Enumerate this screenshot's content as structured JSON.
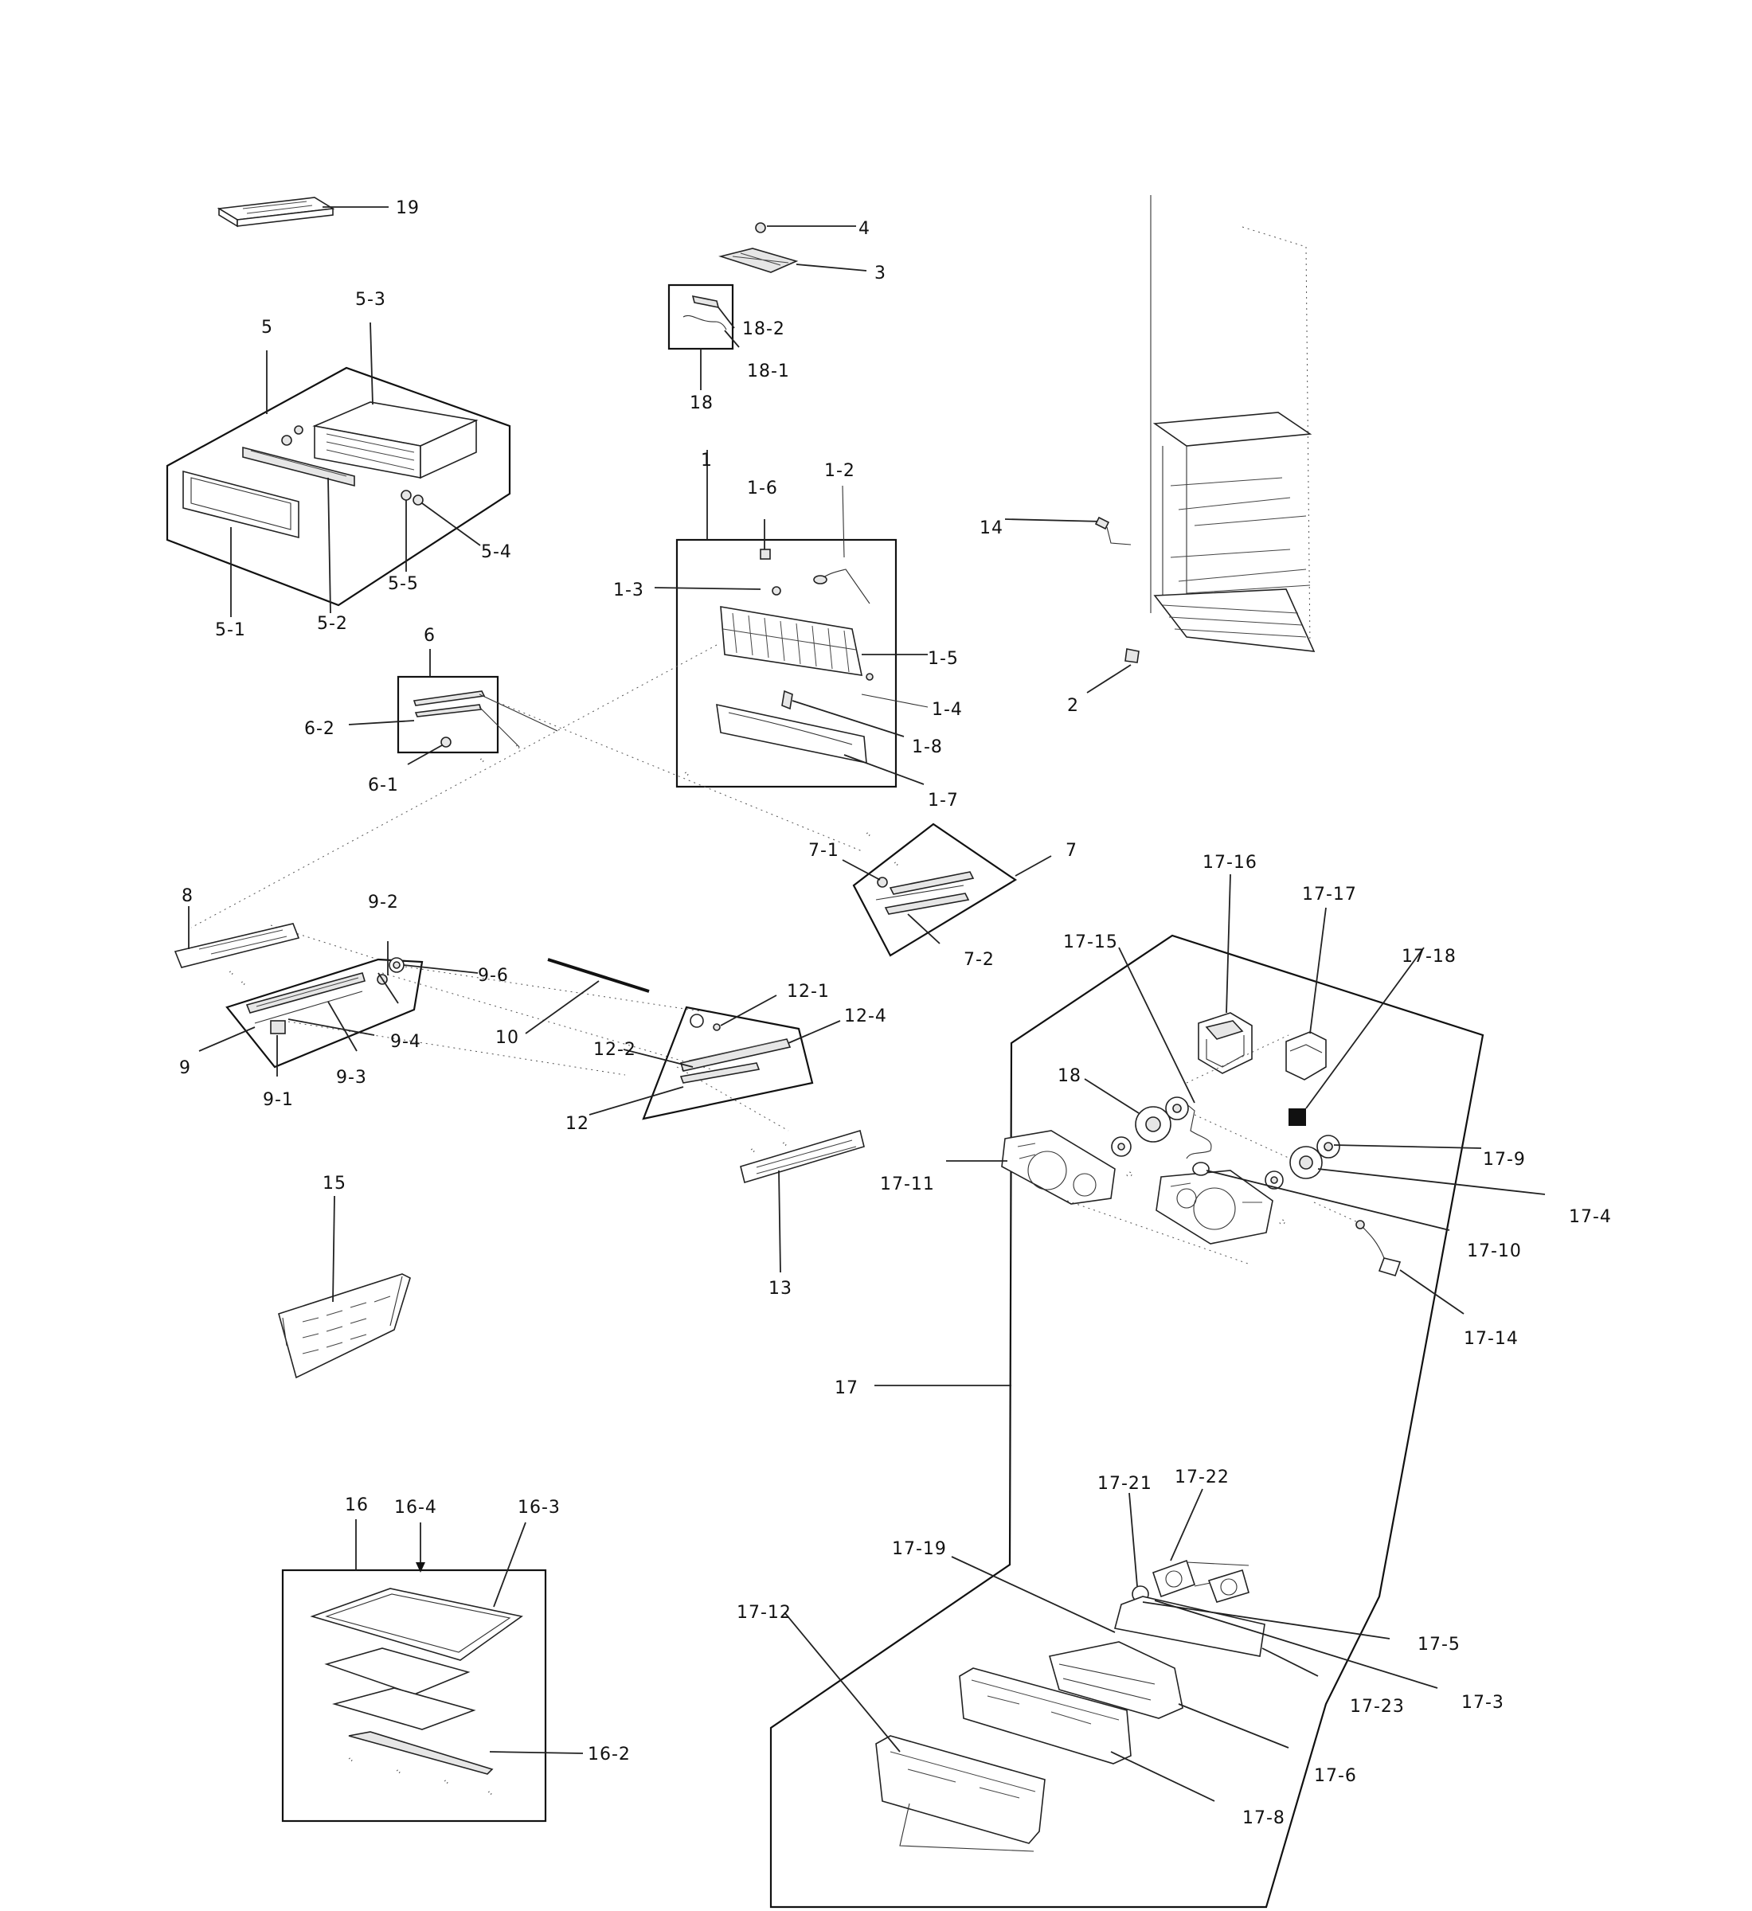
{
  "labels": {
    "l19": "19",
    "l4": "4",
    "l3": "3",
    "l18_2": "18-2",
    "l18_1": "18-1",
    "l18": "18",
    "l5": "5",
    "l5_3": "5-3",
    "l5_4": "5-4",
    "l5_5": "5-5",
    "l5_1": "5-1",
    "l5_2": "5-2",
    "l1": "1",
    "l1_6": "1-6",
    "l1_2": "1-2",
    "l1_3": "1-3",
    "l1_5": "1-5",
    "l1_4": "1-4",
    "l1_8": "1-8",
    "l1_7": "1-7",
    "l14": "14",
    "l2": "2",
    "l6": "6",
    "l6_2": "6-2",
    "l6_1": "6-1",
    "l7_1": "7-1",
    "l7": "7",
    "l7_2": "7-2",
    "l8": "8",
    "l9_2": "9-2",
    "l9_6": "9-6",
    "l9": "9",
    "l9_4": "9-4",
    "l9_3": "9-3",
    "l9_1": "9-1",
    "l10": "10",
    "l12_1": "12-1",
    "l12_4": "12-4",
    "l12_2": "12-2",
    "l12": "12",
    "l13": "13",
    "l15": "15",
    "l16": "16",
    "l16_4": "16-4",
    "l16_3": "16-3",
    "l16_2": "16-2",
    "l17_16": "17-16",
    "l17_17": "17-17",
    "l17_15": "17-15",
    "l17_18": "17-18",
    "l18b": "18",
    "l17_9": "17-9",
    "l17_11": "17-11",
    "l17_4": "17-4",
    "l17_10": "17-10",
    "l17_14": "17-14",
    "l17": "17",
    "l17_21": "17-21",
    "l17_22": "17-22",
    "l17_19": "17-19",
    "l17_12": "17-12",
    "l17_5": "17-5",
    "l17_3": "17-3",
    "l17_23": "17-23",
    "l17_6": "17-6",
    "l17_8": "17-8"
  }
}
